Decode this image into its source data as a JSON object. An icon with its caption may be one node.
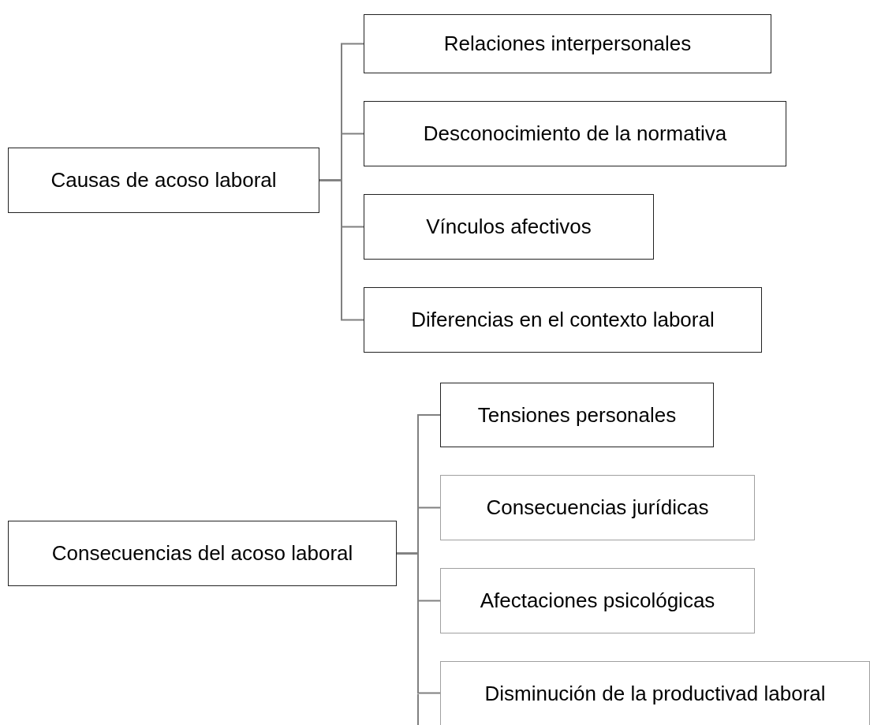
{
  "diagram": {
    "nodes": [
      {
        "text": [
          "Causas de acoso laboral"
        ]
      },
      {
        "text": [
          "Relaciones interpersonales"
        ]
      },
      {
        "text": [
          "Desconocimiento de la normativa"
        ]
      },
      {
        "text": [
          "Vínculos afectivos"
        ]
      },
      {
        "text": [
          "Diferencias en el contexto laboral"
        ]
      },
      {
        "text": [
          "Consecuencias del acoso laboral"
        ]
      },
      {
        "text": [
          "Tensiones personales"
        ]
      },
      {
        "text": [
          "Consecuencias jurídicas"
        ]
      },
      {
        "text": [
          "Afectaciones psicológicas"
        ]
      },
      {
        "text": [
          "Disminución de la productivad laboral"
        ]
      }
    ],
    "edges": [
      {
        "from": 0,
        "to": 1,
        "arrow": "none"
      },
      {
        "from": 0,
        "to": 2,
        "arrow": "none"
      },
      {
        "from": 0,
        "to": 3,
        "arrow": "none"
      },
      {
        "from": 0,
        "to": 4,
        "arrow": "none"
      },
      {
        "from": 5,
        "to": 6,
        "arrow": "none"
      },
      {
        "from": 5,
        "to": 7,
        "arrow": "none"
      },
      {
        "from": 5,
        "to": 8,
        "arrow": "none"
      },
      {
        "from": 5,
        "to": 9,
        "arrow": "none"
      }
    ]
  }
}
